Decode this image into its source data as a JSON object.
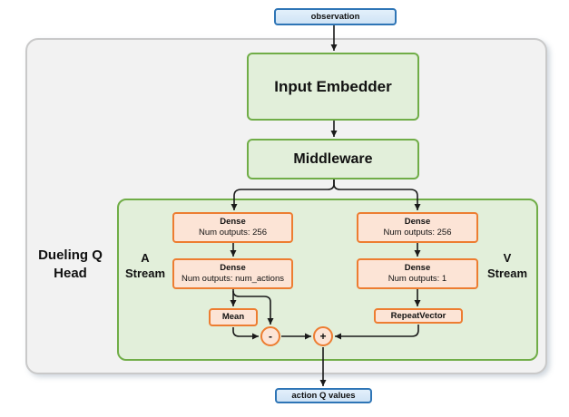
{
  "colors": {
    "container_fill": "#f2f2f2",
    "container_border": "#c9c9c9",
    "green_fill": "#e2efda",
    "green_border": "#70ad47",
    "orange_fill": "#fce4d6",
    "orange_border": "#ed7d31",
    "blue_fill": "#d6e7f6",
    "blue_border": "#2e75b6",
    "arrow_color": "#1a1a1a"
  },
  "nodes": {
    "observation": {
      "label": "observation"
    },
    "input_embedder": {
      "label": "Input Embedder"
    },
    "middleware": {
      "label": "Middleware"
    },
    "dueling_q_head": {
      "label": "Dueling Q\nHead"
    },
    "a_stream": {
      "label": "A\nStream"
    },
    "v_stream": {
      "label": "V\nStream"
    },
    "dense_a1": {
      "title": "Dense",
      "subtitle": "Num outputs: 256"
    },
    "dense_a2": {
      "title": "Dense",
      "subtitle": "Num outputs: num_actions"
    },
    "dense_v1": {
      "title": "Dense",
      "subtitle": "Num outputs: 256"
    },
    "dense_v2": {
      "title": "Dense",
      "subtitle": "Num outputs: 1"
    },
    "mean": {
      "label": "Mean"
    },
    "repeat_vector": {
      "label": "RepeatVector"
    },
    "minus_op": {
      "label": "-"
    },
    "plus_op": {
      "label": "+"
    },
    "action_q_values": {
      "label": "action Q values"
    }
  }
}
